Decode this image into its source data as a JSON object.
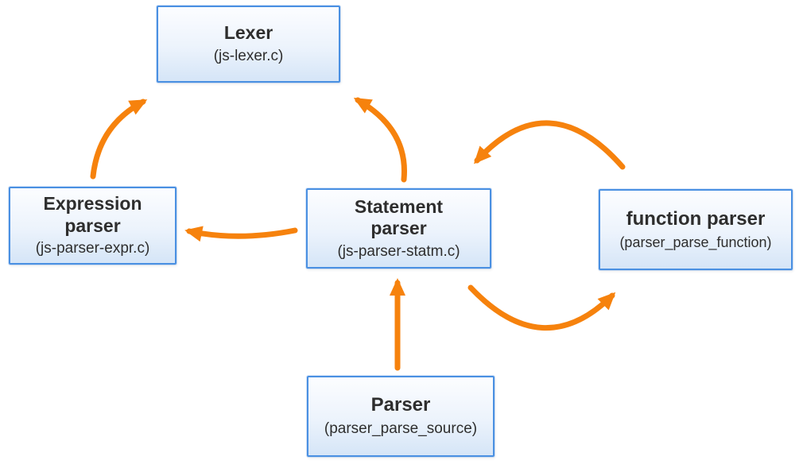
{
  "diagram": {
    "type": "flow-diagram",
    "colors": {
      "arrow": "#F6820D",
      "box_border": "#4A90E2",
      "box_fill_top": "#FCFDFF",
      "box_fill_bottom": "#D5E5F7",
      "text": "#2E2E2E"
    },
    "nodes": {
      "lexer": {
        "title": "Lexer",
        "subtitle": "(js-lexer.c)"
      },
      "expression_parser": {
        "title": "Expression\nparser",
        "subtitle": "(js-parser-expr.c)"
      },
      "statement_parser": {
        "title": "Statement\nparser",
        "subtitle": "(js-parser-statm.c)"
      },
      "function_parser": {
        "title": "function parser",
        "subtitle": "(parser_parse_function)"
      },
      "parser": {
        "title": "Parser",
        "subtitle": "(parser_parse_source)"
      }
    },
    "edges": [
      {
        "from": "expression_parser",
        "to": "lexer",
        "style": "curved"
      },
      {
        "from": "statement_parser",
        "to": "lexer",
        "style": "curved"
      },
      {
        "from": "statement_parser",
        "to": "expression_parser",
        "style": "curved"
      },
      {
        "from": "function_parser",
        "to": "statement_parser",
        "style": "arc-over"
      },
      {
        "from": "statement_parser",
        "to": "function_parser",
        "style": "arc-under"
      },
      {
        "from": "parser",
        "to": "statement_parser",
        "style": "straight"
      }
    ]
  }
}
